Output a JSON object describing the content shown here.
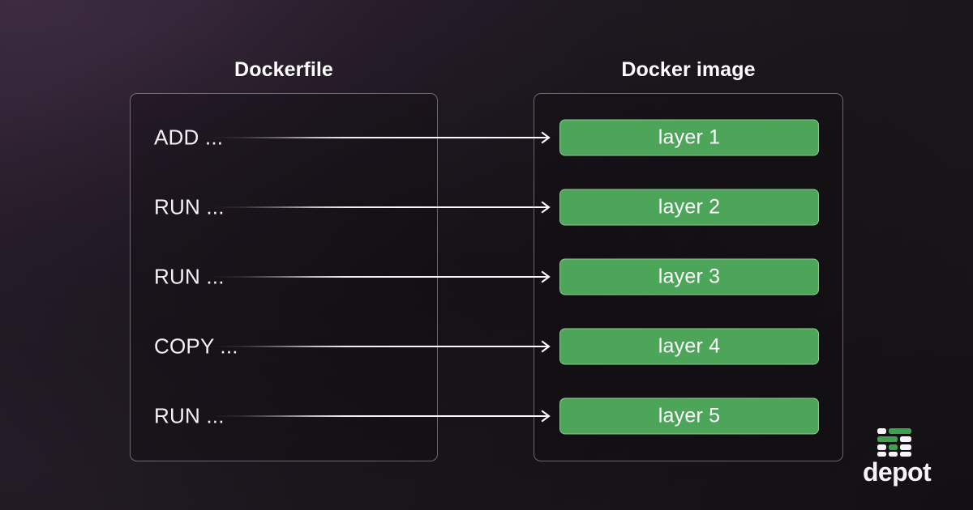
{
  "diagram": {
    "type": "flow",
    "title_left": "Dockerfile",
    "title_right": "Docker image",
    "colors": {
      "layer_green": "#4CA558",
      "panel_border": "#E4DEE8",
      "text": "#FFFFFF",
      "bg_plum": "#352739",
      "bg_dark": "#1A171B",
      "logo_green": "#3FA14F",
      "logo_white": "#F6F4F8"
    },
    "rows": [
      {
        "instruction": "ADD ...",
        "layer": "layer 1",
        "arrow": "arrow-right-icon"
      },
      {
        "instruction": "RUN ...",
        "layer": "layer 2",
        "arrow": "arrow-right-icon"
      },
      {
        "instruction": "RUN ...",
        "layer": "layer 3",
        "arrow": "arrow-right-icon"
      },
      {
        "instruction": "COPY ...",
        "layer": "layer 4",
        "arrow": "arrow-right-icon"
      },
      {
        "instruction": "RUN ...",
        "layer": "layer 5",
        "arrow": "arrow-right-icon"
      }
    ]
  },
  "logo": {
    "wordmark": "depot",
    "mark_icon": "depot-grid-icon",
    "mark_cells": [
      [
        {
          "c": "white",
          "w": 1
        },
        {
          "c": "green",
          "w": 2
        }
      ],
      [
        {
          "c": "green",
          "w": 2
        },
        {
          "c": "white",
          "w": 1
        }
      ],
      [
        {
          "c": "white",
          "w": 1
        },
        {
          "c": "green",
          "w": 1
        },
        {
          "c": "white",
          "w": 1
        }
      ],
      [
        {
          "c": "white",
          "w": 1
        },
        {
          "c": "white",
          "w": 1
        },
        {
          "c": "white",
          "w": 1
        }
      ]
    ]
  }
}
